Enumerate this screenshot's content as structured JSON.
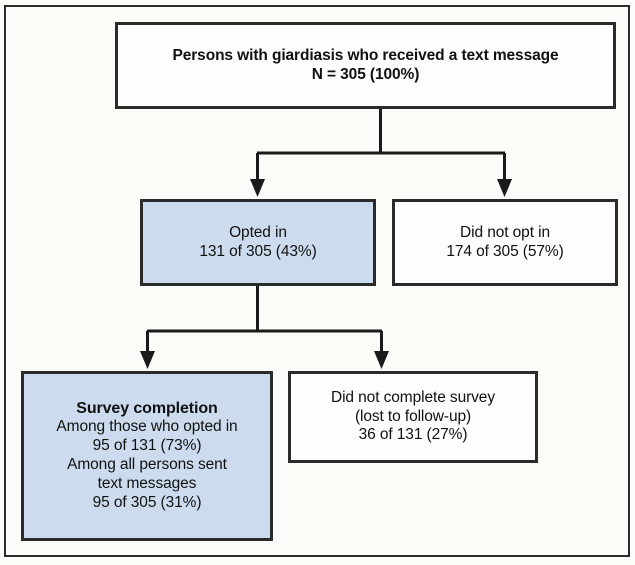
{
  "figure": {
    "type": "flowchart",
    "orientation": "top-down",
    "accent_fill": "#ccdcee",
    "border_color": "#2b2b2b",
    "background": "#fbfbf8"
  },
  "nodes": {
    "top": {
      "name": "persons-received-text-message",
      "filled": false,
      "lines": [
        "Persons with giardiasis who received a text message",
        "N = 305 (100%)"
      ]
    },
    "opted_in": {
      "name": "opted-in",
      "filled": true,
      "lines": [
        "Opted in",
        "131 of 305 (43%)"
      ]
    },
    "did_not_opt_in": {
      "name": "did-not-opt-in",
      "filled": false,
      "lines": [
        "Did not opt in",
        "174 of 305 (57%)"
      ]
    },
    "survey_completion": {
      "name": "survey-completion",
      "filled": true,
      "lines": [
        "Survey completion",
        "Among those who opted in",
        "95 of 131 (73%)",
        "Among all persons sent",
        "text messages",
        "95 of 305 (31%)"
      ]
    },
    "did_not_complete": {
      "name": "did-not-complete-survey",
      "filled": false,
      "lines": [
        "Did not complete survey",
        "(lost to follow-up)",
        "36 of 131 (27%)"
      ]
    }
  },
  "chart_data": {
    "type": "flowchart",
    "title": "Persons with giardiasis who received a text message",
    "total": 305,
    "steps": [
      {
        "label": "Persons with giardiasis who received a text message",
        "count": 305,
        "denominator": 305,
        "percent": 100,
        "value_text": "N = 305 (100%)",
        "level": 0,
        "highlighted": false
      },
      {
        "label": "Opted in",
        "count": 131,
        "denominator": 305,
        "percent": 43,
        "value_text": "131 of 305 (43%)",
        "level": 1,
        "highlighted": true
      },
      {
        "label": "Did not opt in",
        "count": 174,
        "denominator": 305,
        "percent": 57,
        "value_text": "174 of 305 (57%)",
        "level": 1,
        "highlighted": false
      },
      {
        "label": "Survey completion (among those who opted in)",
        "count": 95,
        "denominator": 131,
        "percent": 73,
        "value_text": "95 of 131 (73%)",
        "level": 2,
        "highlighted": true
      },
      {
        "label": "Survey completion (among all persons sent text messages)",
        "count": 95,
        "denominator": 305,
        "percent": 31,
        "value_text": "95 of 305 (31%)",
        "level": 2,
        "highlighted": true
      },
      {
        "label": "Did not complete survey (lost to follow-up)",
        "count": 36,
        "denominator": 131,
        "percent": 27,
        "value_text": "36 of 131 (27%)",
        "level": 2,
        "highlighted": false
      }
    ],
    "edges": [
      {
        "from": "Persons with giardiasis who received a text message",
        "to": "Opted in"
      },
      {
        "from": "Persons with giardiasis who received a text message",
        "to": "Did not opt in"
      },
      {
        "from": "Opted in",
        "to": "Survey completion"
      },
      {
        "from": "Opted in",
        "to": "Did not complete survey"
      }
    ]
  }
}
